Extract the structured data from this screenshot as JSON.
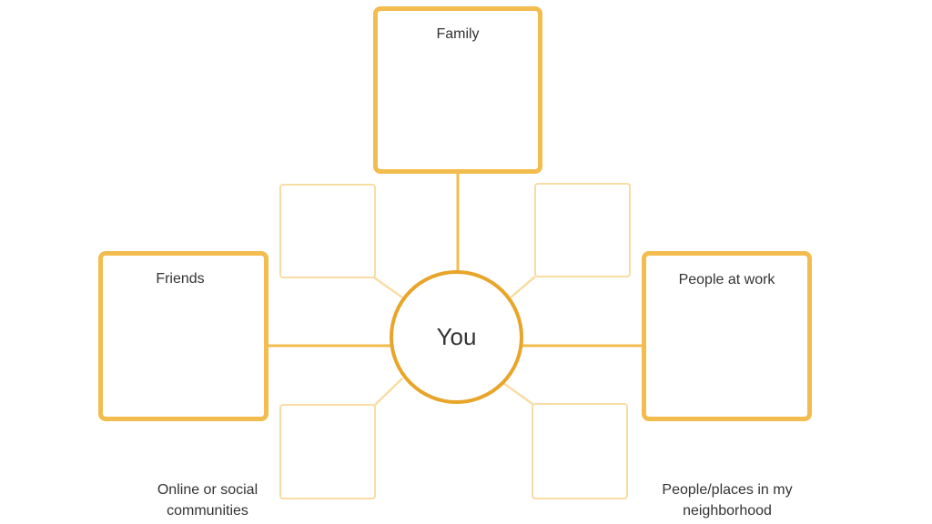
{
  "diagram": {
    "center": {
      "label": "You"
    },
    "categories": {
      "family": "Family",
      "friends": "Friends",
      "work": "People at work",
      "online_line1": "Online or social",
      "online_line2": "communities",
      "neighborhood_line1": "People/places in my",
      "neighborhood_line2": "neighborhood"
    },
    "colors": {
      "major_border": "#F2BC4E",
      "minor_border": "#F7DDA4",
      "center_border": "#E8A52A",
      "major_connector": "#F2BC4E",
      "minor_connector": "#F7DDA4",
      "text": "#333333"
    }
  }
}
